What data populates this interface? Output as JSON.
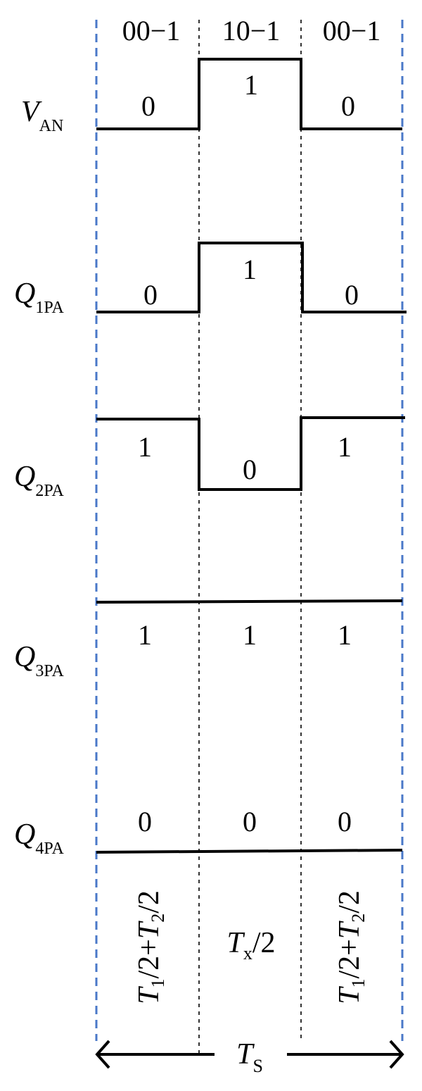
{
  "header": {
    "intervals": [
      "00−1",
      "10−1",
      "00−1"
    ]
  },
  "signals": [
    {
      "name": "V",
      "subscript": "AN",
      "levels": [
        0,
        1,
        0
      ],
      "labels": [
        "0",
        "1",
        "0"
      ]
    },
    {
      "name": "Q",
      "subscript": "1PA",
      "levels": [
        0,
        1,
        0
      ],
      "labels": [
        "0",
        "1",
        "0"
      ]
    },
    {
      "name": "Q",
      "subscript": "2PA",
      "levels": [
        1,
        0,
        1
      ],
      "labels": [
        "1",
        "0",
        "1"
      ]
    },
    {
      "name": "Q",
      "subscript": "3PA",
      "levels": [
        1,
        1,
        1
      ],
      "labels": [
        "1",
        "1",
        "1"
      ]
    },
    {
      "name": "Q",
      "subscript": "4PA",
      "levels": [
        0,
        0,
        0
      ],
      "labels": [
        "0",
        "0",
        "0"
      ]
    }
  ],
  "durations": {
    "left": {
      "t1": "T",
      "t1_sub": "1",
      "mid": "/2+",
      "t2": "T",
      "t2_sub": "2",
      "end": "/2"
    },
    "center": {
      "t": "T",
      "t_sub": "x",
      "end": "/2"
    },
    "right": {
      "t1": "T",
      "t1_sub": "1",
      "mid": "/2+",
      "t2": "T",
      "t2_sub": "2",
      "end": "/2"
    }
  },
  "period": {
    "symbol": "T",
    "subscript": "S"
  },
  "colors": {
    "boundary": "#4a78c8",
    "divider": "#333333",
    "trace": "#000000"
  }
}
